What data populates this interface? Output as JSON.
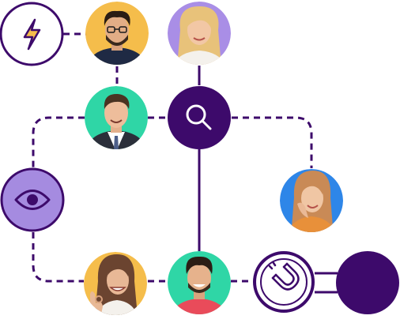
{
  "colors": {
    "primary": "#3d0a6b",
    "lavender": "#9475d6",
    "lavender_light": "#a58be0",
    "teal": "#2fd6a6",
    "amber": "#f5bd4b",
    "blue": "#2e86e8",
    "lilac": "#a98ee6",
    "white": "#ffffff"
  },
  "icons": {
    "lightning": "lightning-icon",
    "search": "search-icon",
    "eye": "eye-icon",
    "magnet": "magnet-icon"
  },
  "people": [
    {
      "id": "man-glasses",
      "bg": "amber"
    },
    {
      "id": "woman-blonde",
      "bg": "lilac"
    },
    {
      "id": "man-suit",
      "bg": "teal"
    },
    {
      "id": "woman-hand-face",
      "bg": "blue"
    },
    {
      "id": "woman-wink-ok",
      "bg": "amber"
    },
    {
      "id": "man-smiling",
      "bg": "teal"
    }
  ]
}
